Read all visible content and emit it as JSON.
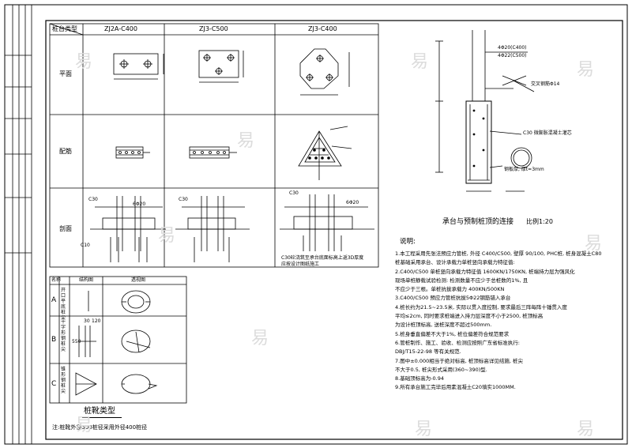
{
  "table": {
    "header_type": "桩台类型",
    "columns": [
      "ZJ2A-C400",
      "ZJ3-C500",
      "ZJ3-C400"
    ],
    "rows": [
      "平面",
      "配筋",
      "剖面"
    ]
  },
  "table_annot": {
    "c30": "C30",
    "e620": "6Φ20",
    "c10": "C10",
    "note1": "C30砼浇筑至承台底面标高上返3D厚度",
    "note2": "应按设计图纸施工"
  },
  "detail": {
    "label_top1": "4Φ20(C400)",
    "label_top2": "4Φ22(C500)",
    "label_cross": "交叉钢筋Φ14",
    "label_c30": "C30 微膨胀混凝土灌芯",
    "label_plate": "钢板厚, 厚t=3mm",
    "title": "承台与预制桩顶的连接",
    "scale": "比例1:20"
  },
  "notes": {
    "heading": "说明:",
    "lines": [
      "1.本工程采用先张法预应力管桩, 外径 C400/C500, 壁厚 90/100, PHC桩, 桩身混凝土C80",
      "   桩基础采用承台、设计承载力单桩竖向承载力特征值:",
      "2.C400/C500 单桩竖向承载力特征值 1600KN/1750KN, 桩端持力层为强风化",
      "   现场单桩静载试验检测: 检测数量不应少于总桩数的1%, 且",
      "   不应少于三根。单桩抗拔承载力 400KN/500KN",
      "3.C400/C500 预应力管桩抗拔5Φ22钢筋锚入承台",
      "4.桩长约为21.5~23.5米, 实际以贯入度控制, 要求最后三阵每阵十锤贯入度",
      "   平均≤2cm, 同时要求桩端进入持力层深度不小于2500, 桩顶标高",
      "   为设计桩顶标高, 送桩深度不超过500mm.",
      "5.桩身垂直偏差不大于1%, 桩位偏差符合规范要求",
      "6.管桩制作、施工、验收、检测应按照广东省标准执行:",
      "   DBJ/T15-22-98 等有关规范.",
      "7.图中±0.000相当于绝对标高, 桩顶标高详见结施, 桩尖",
      "   不大于0.5, 桩尖形式采用(360~390)型.",
      "8.基础顶标高为-0.94",
      "9.所有承台施工完毕后用素混凝土C20填实1000MM."
    ]
  },
  "pile_table": {
    "headers": [
      "名称",
      "结构图",
      "透视图"
    ],
    "rows": [
      "A",
      "B",
      "C"
    ],
    "row_text": [
      "开口平底桩尖",
      "十字形钢桩尖",
      "锥形钢桩尖"
    ],
    "dim1": "30",
    "dim2": "120",
    "dim3": "550"
  },
  "pile_title": "桩靴类型",
  "footnote": "注:桩靴外径500桩径采用外径400桩径",
  "watermark": "易"
}
